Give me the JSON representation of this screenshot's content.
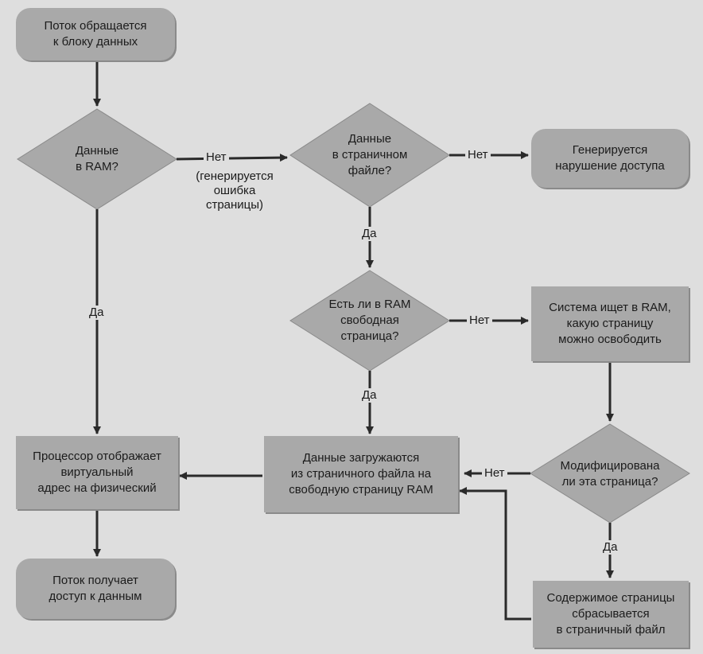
{
  "nodes": {
    "thread_access": "Поток обращается\nк блоку данных",
    "data_in_ram": "Данные\nв RAM?",
    "data_in_pagefile": "Данные\nв страничном\nфайле?",
    "access_violation": "Генерируется\nнарушение доступа",
    "free_page_in_ram": "Есть ли в RAM\nсвободная\nстраница?",
    "system_searches": "Система ищет в RAM,\nкакую страницу\nможно освободить",
    "page_modified": "Модифицирована\nли эта страница?",
    "data_loaded": "Данные загружаются\nиз страничного файла на\nсвободную страницу RAM",
    "cpu_maps": "Процессор отображает\nвиртуальный\nадрес на физический",
    "thread_gets_access": "Поток получает\nдоступ к данным",
    "page_flushed": "Содержимое страницы\nсбрасывается\nв страничный файл"
  },
  "edges": {
    "no_page_fault": "Нет",
    "page_fault_note": "(генерируется\nошибка\nстраницы)",
    "no_access": "Нет",
    "yes_ram": "Да",
    "yes_pagefile": "Да",
    "no_free": "Нет",
    "yes_free": "Да",
    "no_modified": "Нет",
    "yes_modified": "Да"
  },
  "colors": {
    "box_fill": "#a9a9a9",
    "line": "#2a2a2a",
    "background": "#dedede"
  }
}
